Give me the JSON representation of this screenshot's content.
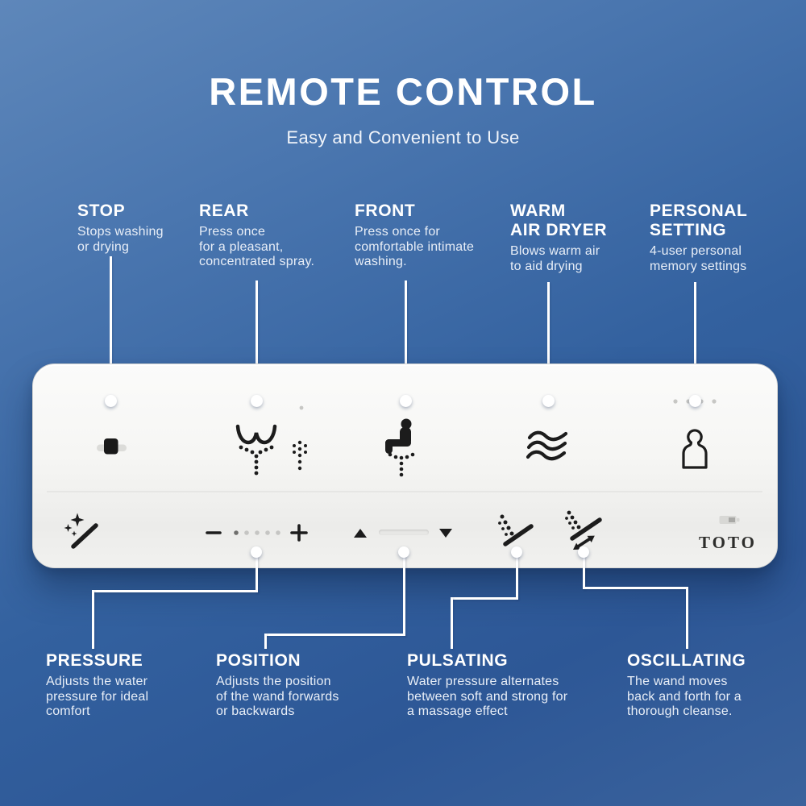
{
  "header": {
    "title": "REMOTE CONTROL",
    "subtitle": "Easy and Convenient to Use"
  },
  "top_callouts": [
    {
      "title": "STOP",
      "description": "Stops washing\nor drying"
    },
    {
      "title": "REAR",
      "description": "Press once\nfor a pleasant,\nconcentrated spray."
    },
    {
      "title": "FRONT",
      "description": "Press once for\ncomfortable intimate\nwashing."
    },
    {
      "title": "WARM\nAIR DRYER",
      "description": "Blows warm air\nto aid drying"
    },
    {
      "title": "PERSONAL\nSETTING",
      "description": "4-user personal\nmemory settings"
    }
  ],
  "bottom_callouts": [
    {
      "title": "PRESSURE",
      "description": "Adjusts the water\npressure for ideal\ncomfort"
    },
    {
      "title": "POSITION",
      "description": "Adjusts the position\nof the wand forwards\nor backwards"
    },
    {
      "title": "PULSATING",
      "description": "Water pressure alternates\nbetween soft and strong for\na massage effect"
    },
    {
      "title": "OSCILLATING",
      "description": "The wand moves\nback and forth for a\nthorough cleanse."
    }
  ],
  "remote": {
    "brand": "TOTO",
    "icons": [
      "stop-button",
      "rear-wash",
      "soft-rear-wash",
      "front-wash",
      "warm-air-dryer",
      "personal-setting",
      "wand-clean",
      "pressure-minus",
      "pressure-level-dots",
      "pressure-plus",
      "position-up",
      "position-slider",
      "position-down",
      "pulsating",
      "oscillating",
      "battery"
    ]
  },
  "colors": {
    "background_top": "#5e87ba",
    "background_bottom": "#315d9c",
    "remote_body": "#f6f6f4",
    "icon": "#1c1c1c",
    "text": "#ffffff"
  }
}
